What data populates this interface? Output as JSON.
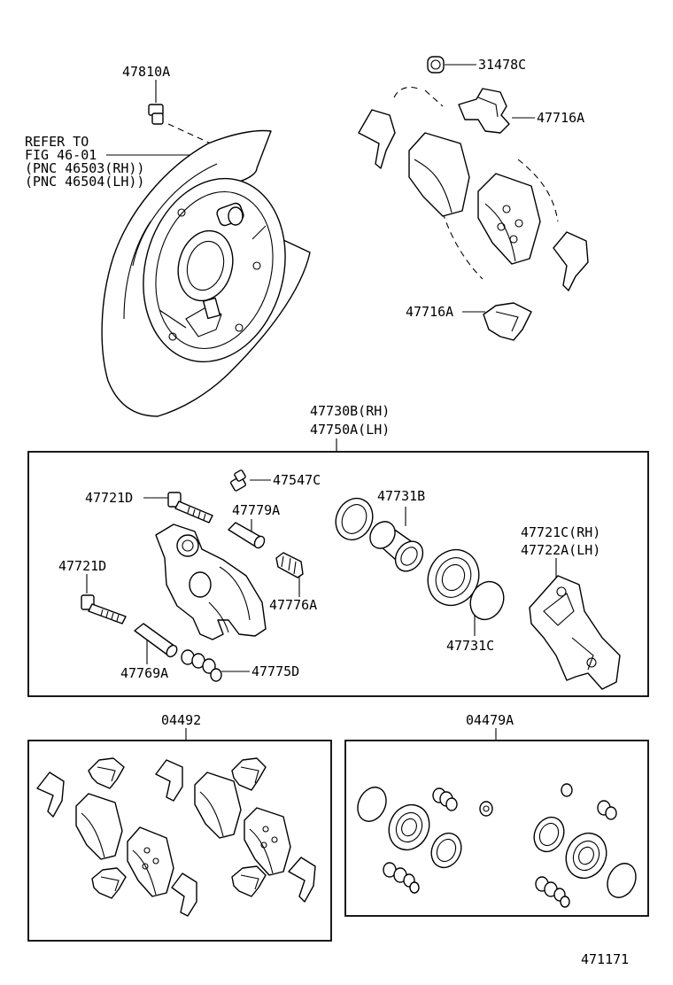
{
  "labels": {
    "p47810A": "47810A",
    "p31478C": "31478C",
    "p47716A_top": "47716A",
    "p47716A_bot": "47716A",
    "refer1": "REFER TO",
    "refer2": "FIG 46-01",
    "refer3": "(PNC 46503(RH))",
    "refer4": "(PNC 46504(LH))",
    "p47730B": "47730B(RH)",
    "p47750A": "47750A(LH)",
    "p47547C": "47547C",
    "p47721D_a": "47721D",
    "p47779A": "47779A",
    "p47731B": "47731B",
    "p47721C": "47721C(RH)",
    "p47722A": "47722A(LH)",
    "p47721D_b": "47721D",
    "p47776A": "47776A",
    "p47731C": "47731C",
    "p47769A": "47769A",
    "p47775D": "47775D",
    "p04492": "04492",
    "p04479A": "04479A",
    "fig_number": "471171"
  }
}
